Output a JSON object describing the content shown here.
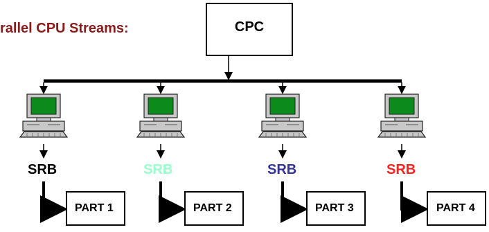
{
  "title": "rallel CPU Streams:",
  "cpc": "CPC",
  "nodes": [
    {
      "srb": "SRB",
      "srb_color": "#000000",
      "part": "PART 1"
    },
    {
      "srb": "SRB",
      "srb_color": "#99ffcc",
      "part": "PART 2"
    },
    {
      "srb": "SRB",
      "srb_color": "#333399",
      "part": "PART 3"
    },
    {
      "srb": "SRB",
      "srb_color": "#ff2020",
      "part": "PART 4"
    }
  ],
  "colors": {
    "title": "#8b1a1a",
    "screen": "#0c8a1c",
    "computer_body": "#c8c8c8"
  },
  "icons": [
    "desktop-computer-icon"
  ]
}
